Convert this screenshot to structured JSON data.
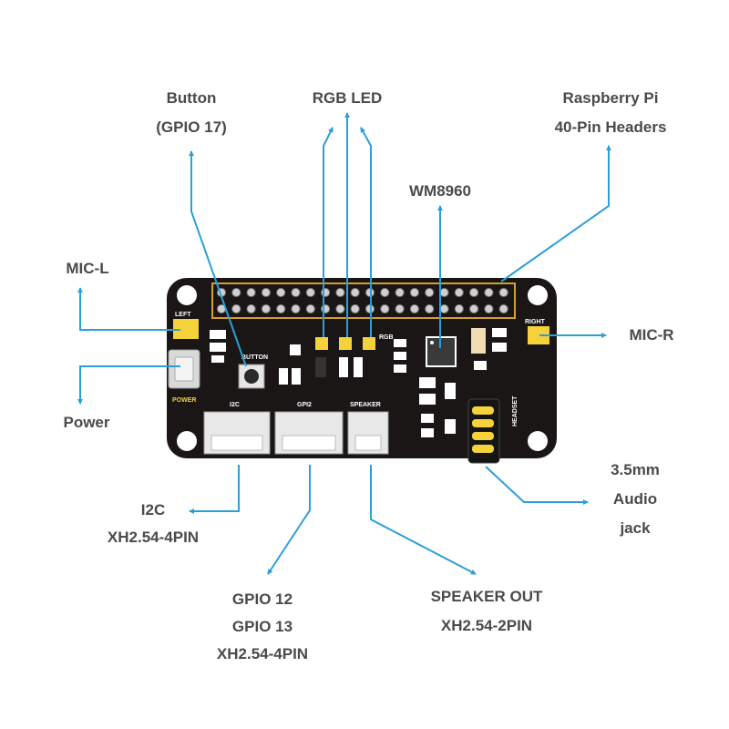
{
  "labels": {
    "button": [
      "Button",
      "(GPIO 17)"
    ],
    "rgb_led": [
      "RGB LED"
    ],
    "rpi_headers": [
      "Raspberry Pi",
      "40-Pin Headers"
    ],
    "wm8960": [
      "WM8960"
    ],
    "mic_l": [
      "MIC-L"
    ],
    "mic_r": [
      "MIC-R"
    ],
    "power": [
      "Power"
    ],
    "audio_jack": [
      "3.5mm",
      "Audio",
      "jack"
    ],
    "i2c": [
      "I2C",
      "XH2.54-4PIN"
    ],
    "gpio": [
      "GPIO 12",
      "GPIO 13",
      "XH2.54-4PIN"
    ],
    "speaker_out": [
      "SPEAKER OUT",
      "XH2.54-2PIN"
    ]
  },
  "pcb": {
    "left": "LEFT",
    "right": "RIGHT",
    "button": "BUTTON",
    "power": "POWER",
    "rgb": "RGB",
    "i2c": "I2C",
    "gpi2": "GPI2",
    "speaker": "SPEAKER",
    "headset": "HEADSET"
  },
  "colors": {
    "arrow": "#2b9fd8",
    "board": "#1a1616",
    "silkscreen": "#ffffff",
    "label_text": "#4a4a4a",
    "mic_pad": "#f5d23a"
  }
}
